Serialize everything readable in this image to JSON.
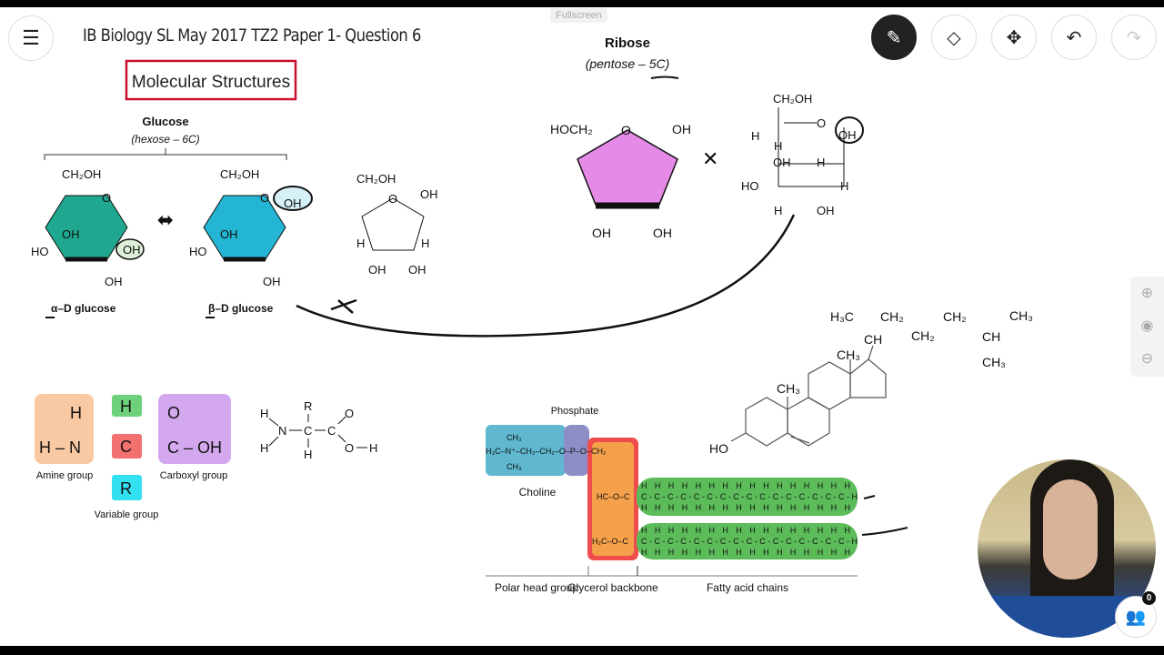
{
  "header": {
    "title": "IB Biology SL May 2017 TZ2 Paper 1- Question 6",
    "fullscreen": "Fullscreen",
    "menu_icon": "hamburger-icon"
  },
  "toolbar": {
    "tools": [
      "pen-icon",
      "eraser-icon",
      "move-icon",
      "undo-icon",
      "redo-icon"
    ],
    "active_color": "#222222"
  },
  "board": {
    "heading": "Molecular Structures",
    "glucose": {
      "title": "Glucose",
      "subtitle": "(hexose – 6C)",
      "alpha": "α–D glucose",
      "beta": "β–D glucose",
      "ch2oh": "CH₂OH",
      "o": "O",
      "oh": "OH",
      "ho": "HO",
      "h": "H",
      "arrow": "⬌"
    },
    "ribose": {
      "title": "Ribose",
      "subtitle": "(pentose – 5C)",
      "hoch2": "HOCH₂",
      "o": "O",
      "oh": "OH",
      "cross": "✕"
    },
    "amino": {
      "h": "H",
      "n": "N",
      "c": "C",
      "r": "R",
      "o": "O",
      "oh": "OH",
      "hn": "H – N",
      "coh": "C – OH",
      "amine": "Amine group",
      "variable": "Variable group",
      "carboxyl": "Carboxyl group"
    },
    "phospholipid": {
      "phosphate": "Phosphate",
      "choline": "Choline",
      "polar": "Polar head group",
      "glycerol": "Glycerol backbone",
      "fatty": "Fatty acid chains",
      "choline_formula": "H₃C–N⁺–CH₂–CH₂–O–P–O–CH₂",
      "ch3": "CH₃",
      "hc": "HC–O–C",
      "h2c": "H₂C–O–C",
      "h_row": "H H H H H H H H H H H H H H H H",
      "c_row": "C-C-C-C-C-C-C-C-C-C-C-C-C-C-C-C-H"
    },
    "cholesterol": {
      "h3c": "H₃C",
      "ch": "CH",
      "ch2": "CH₂",
      "ch3": "CH₃",
      "ho": "HO"
    }
  },
  "webcam": {
    "participants_count": "0"
  },
  "colors": {
    "alpha_glucose": "#1fa88f",
    "beta_glucose": "#23b5d3",
    "ribose": "#e58ae6",
    "choline": "#5fb8cf",
    "phosphate": "#8e8ec6",
    "glycerol": "#f5a04a",
    "fatty": "#5cbc5a",
    "heading_border": "#c8102e"
  }
}
